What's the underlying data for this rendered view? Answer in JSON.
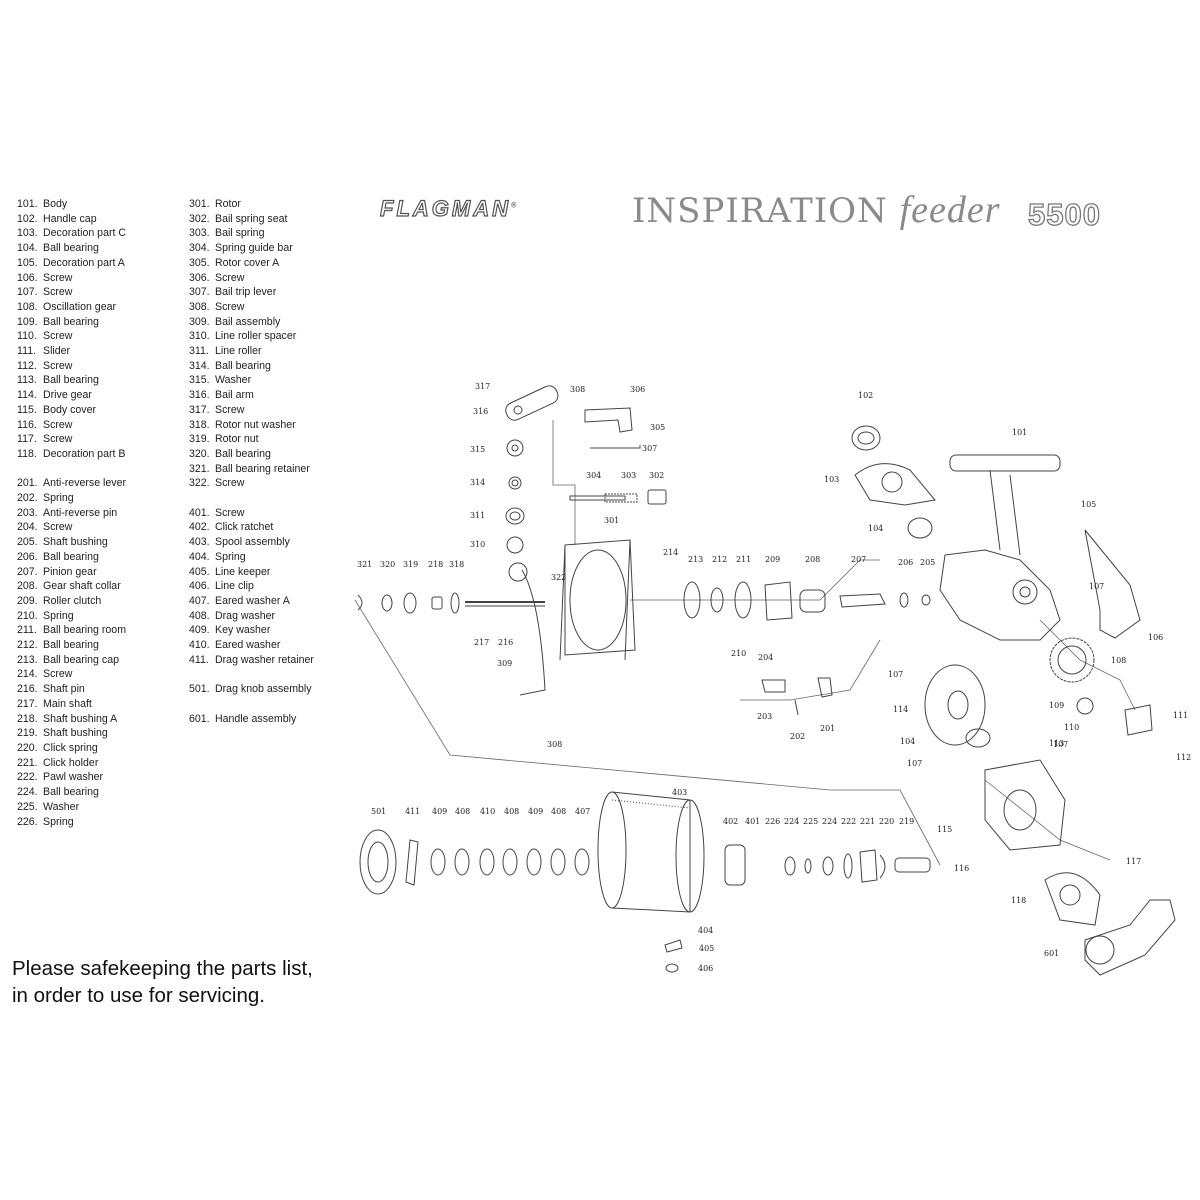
{
  "brand": "FLAGMAN",
  "brand_mark": "®",
  "product_name": "INSPIRATION",
  "product_sub": "feeder",
  "model": "5500",
  "parts_col1": [
    {
      "num": "101.",
      "name": "Body"
    },
    {
      "num": "102.",
      "name": "Handle cap"
    },
    {
      "num": "103.",
      "name": "Decoration part C"
    },
    {
      "num": "104.",
      "name": "Ball bearing"
    },
    {
      "num": "105.",
      "name": "Decoration part A"
    },
    {
      "num": "106.",
      "name": "Screw"
    },
    {
      "num": "107.",
      "name": "Screw"
    },
    {
      "num": "108.",
      "name": "Oscillation gear"
    },
    {
      "num": "109.",
      "name": "Ball bearing"
    },
    {
      "num": "110.",
      "name": "Screw"
    },
    {
      "num": "111.",
      "name": "Slider"
    },
    {
      "num": "112.",
      "name": "Screw"
    },
    {
      "num": "113.",
      "name": "Ball bearing"
    },
    {
      "num": "114.",
      "name": "Drive gear"
    },
    {
      "num": "115.",
      "name": "Body cover"
    },
    {
      "num": "116.",
      "name": "Screw"
    },
    {
      "num": "117.",
      "name": "Screw"
    },
    {
      "num": "118.",
      "name": "Decoration part B"
    },
    {
      "num": "",
      "name": ""
    },
    {
      "num": "201.",
      "name": "Anti-reverse lever"
    },
    {
      "num": "202.",
      "name": "Spring"
    },
    {
      "num": "203.",
      "name": "Anti-reverse pin"
    },
    {
      "num": "204.",
      "name": "Screw"
    },
    {
      "num": "205.",
      "name": "Shaft bushing"
    },
    {
      "num": "206.",
      "name": "Ball bearing"
    },
    {
      "num": "207.",
      "name": "Pinion gear"
    },
    {
      "num": "208.",
      "name": "Gear shaft collar"
    },
    {
      "num": "209.",
      "name": "Roller clutch"
    },
    {
      "num": "210.",
      "name": "Spring"
    },
    {
      "num": "211.",
      "name": "Ball bearing room"
    },
    {
      "num": "212.",
      "name": "Ball bearing"
    },
    {
      "num": "213.",
      "name": "Ball bearing cap"
    },
    {
      "num": "214.",
      "name": "Screw"
    },
    {
      "num": "216.",
      "name": "Shaft pin"
    },
    {
      "num": "217.",
      "name": "Main shaft"
    },
    {
      "num": "218.",
      "name": "Shaft bushing A"
    },
    {
      "num": "219.",
      "name": "Shaft bushing"
    },
    {
      "num": "220.",
      "name": "Click spring"
    },
    {
      "num": "221.",
      "name": "Click holder"
    },
    {
      "num": "222.",
      "name": "Pawl washer"
    },
    {
      "num": "224.",
      "name": "Ball bearing"
    },
    {
      "num": "225.",
      "name": "Washer"
    },
    {
      "num": "226.",
      "name": "Spring"
    }
  ],
  "parts_col2": [
    {
      "num": "301.",
      "name": "Rotor"
    },
    {
      "num": "302.",
      "name": "Bail spring seat"
    },
    {
      "num": "303.",
      "name": "Bail spring"
    },
    {
      "num": "304.",
      "name": "Spring guide bar"
    },
    {
      "num": "305.",
      "name": "Rotor cover A"
    },
    {
      "num": "306.",
      "name": "Screw"
    },
    {
      "num": "307.",
      "name": "Bail trip lever"
    },
    {
      "num": "308.",
      "name": "Screw"
    },
    {
      "num": "309.",
      "name": "Bail assembly"
    },
    {
      "num": "310.",
      "name": "Line roller spacer"
    },
    {
      "num": "311.",
      "name": "Line roller"
    },
    {
      "num": "314.",
      "name": "Ball bearing"
    },
    {
      "num": "315.",
      "name": "Washer"
    },
    {
      "num": "316.",
      "name": "Bail arm"
    },
    {
      "num": "317.",
      "name": "Screw"
    },
    {
      "num": "318.",
      "name": "Rotor nut washer"
    },
    {
      "num": "319.",
      "name": "Rotor nut"
    },
    {
      "num": "320.",
      "name": "Ball bearing"
    },
    {
      "num": "321.",
      "name": "Ball bearing retainer"
    },
    {
      "num": "322.",
      "name": "Screw"
    },
    {
      "num": "",
      "name": ""
    },
    {
      "num": "401.",
      "name": "Screw"
    },
    {
      "num": "402.",
      "name": "Click ratchet"
    },
    {
      "num": "403.",
      "name": "Spool assembly"
    },
    {
      "num": "404.",
      "name": "Spring"
    },
    {
      "num": "405.",
      "name": "Line keeper"
    },
    {
      "num": "406.",
      "name": "Line clip"
    },
    {
      "num": "407.",
      "name": "Eared washer A"
    },
    {
      "num": "408.",
      "name": "Drag washer"
    },
    {
      "num": "409.",
      "name": "Key washer"
    },
    {
      "num": "410.",
      "name": "Eared washer"
    },
    {
      "num": "411.",
      "name": "Drag washer retainer"
    },
    {
      "num": "",
      "name": ""
    },
    {
      "num": "501.",
      "name": "Drag knob assembly"
    },
    {
      "num": "",
      "name": ""
    },
    {
      "num": "601.",
      "name": "Handle assembly"
    }
  ],
  "note_line1": "Please safekeeping the parts list,",
  "note_line2": "in order to use for servicing.",
  "callouts": [
    "317",
    "308",
    "306",
    "316",
    "305",
    "315",
    "307",
    "314",
    "304",
    "303",
    "302",
    "311",
    "301",
    "310",
    "214",
    "213",
    "212",
    "211",
    "209",
    "208",
    "207",
    "206",
    "205",
    "322",
    "321",
    "320",
    "319",
    "218",
    "318",
    "217",
    "216",
    "309",
    "210",
    "204",
    "203",
    "202",
    "201",
    "308",
    "102",
    "101",
    "103",
    "105",
    "104",
    "107",
    "106",
    "108",
    "107",
    "114",
    "109",
    "110",
    "111",
    "113",
    "112",
    "104",
    "107",
    "107",
    "115",
    "117",
    "116",
    "118",
    "601",
    "501",
    "411",
    "409",
    "408",
    "410",
    "408",
    "409",
    "408",
    "407",
    "403",
    "402",
    "401",
    "226",
    "224",
    "225",
    "224",
    "222",
    "221",
    "220",
    "219",
    "404",
    "405",
    "406"
  ]
}
